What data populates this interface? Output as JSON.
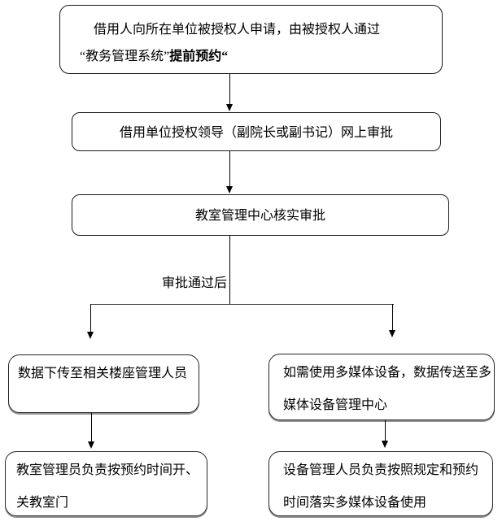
{
  "diagram": {
    "title_semantic": "classroom-borrowing-approval-flowchart",
    "colors": {
      "background": "#ffffff",
      "node_border": "#1a1a1a",
      "connector": "#000000",
      "shadow": "#8c8c8c"
    },
    "nodes": {
      "apply": {
        "line1": "借用人向所在单位被授权人申请，由被授权人通过",
        "line2_normal": "“教务管理系统”",
        "line2_bold": "提前预约“"
      },
      "leader_approval": {
        "text": "借用单位授权领导（副院长或副书记）网上审批"
      },
      "center_verify": {
        "text": "教室管理中心核实审批"
      },
      "data_download": {
        "line1": "数据下传至相关楼座管理人员"
      },
      "door_management": {
        "line1": "教室管理员负责按预约时间开、",
        "line2": "关教室门"
      },
      "multimedia_request": {
        "line1": "如需使用多媒体设备，数据传送至多",
        "line2": "媒体设备管理中心"
      },
      "equipment_management": {
        "line1": "设备管理人员负责按照规定和预约",
        "line2": "时间落实多媒体设备使用"
      }
    },
    "labels": {
      "branch_condition": "审批通过后"
    }
  }
}
